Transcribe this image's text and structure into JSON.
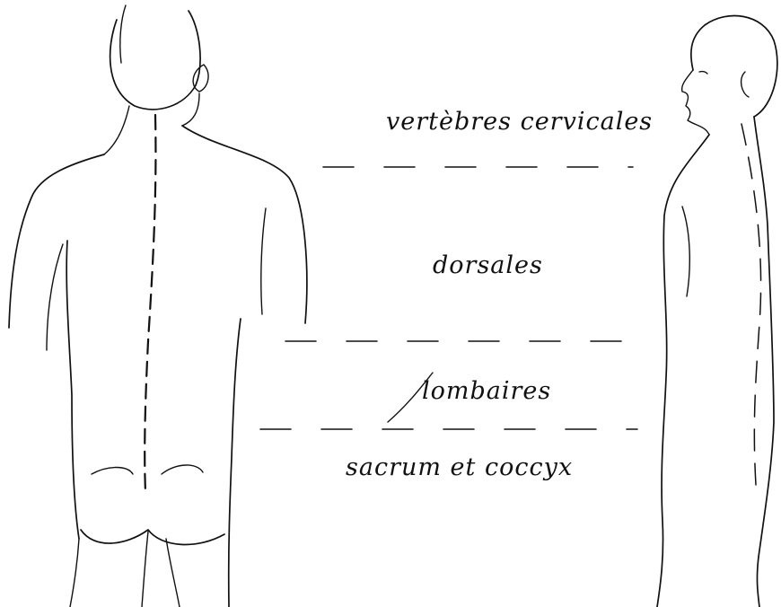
{
  "figure": {
    "regions": [
      {
        "id": "cervical",
        "label": "vertèbres cervicales"
      },
      {
        "id": "dorsal",
        "label": "dorsales"
      },
      {
        "id": "lumbar",
        "label": "lombaires"
      },
      {
        "id": "sacral",
        "label": "sacrum et coccyx"
      }
    ],
    "ink_color": "#111111"
  }
}
